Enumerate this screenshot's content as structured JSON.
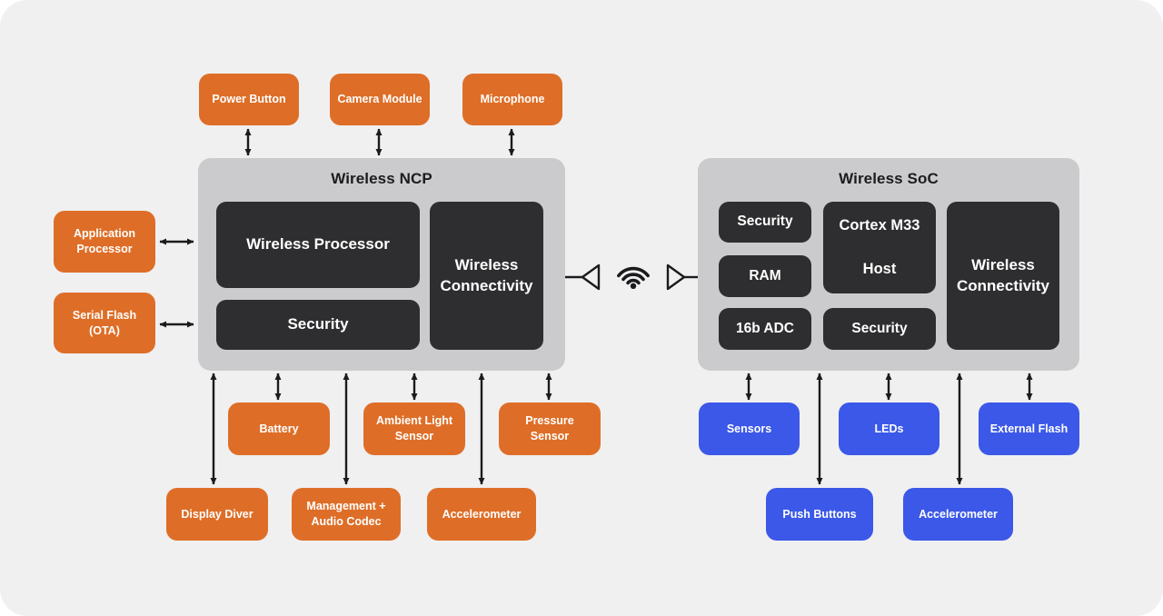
{
  "colors": {
    "canvas-bg": "#F0F0F1",
    "panel-bg": "#CBCBCD",
    "block-dark": "#2E2E30",
    "orange": "#DE6E27",
    "blue": "#3B58E8",
    "line": "#1B1B1D",
    "title-text": "#1C1C1E",
    "box-text": "#FFFFFF"
  },
  "icons": {
    "wifi": "wifi-icon",
    "antenna_left": "antenna-icon",
    "antenna_right": "antenna-icon"
  },
  "ncp": {
    "title": "Wireless NCP",
    "processor": "Wireless Processor",
    "security": "Security",
    "connectivity": "Wireless Connectivity",
    "top": [
      "Power Button",
      "Camera Module",
      "Microphone"
    ],
    "left": [
      "Application Processor",
      "Serial Flash (OTA)"
    ],
    "bottom_row1": [
      "Battery",
      "Ambient Light Sensor",
      "Pressure Sensor"
    ],
    "bottom_row2": [
      "Display Diver",
      "Management + Audio Codec",
      "Accelerometer"
    ]
  },
  "soc": {
    "title": "Wireless SoC",
    "security_a": "Security",
    "ram": "RAM",
    "adc": "16b ADC",
    "cortex": "Cortex M33",
    "host": "Host",
    "security_b": "Security",
    "connectivity": "Wireless Connectivity",
    "bottom_row1": [
      "Sensors",
      "LEDs",
      "External Flash"
    ],
    "bottom_row2": [
      "Push Buttons",
      "Accelerometer"
    ]
  }
}
